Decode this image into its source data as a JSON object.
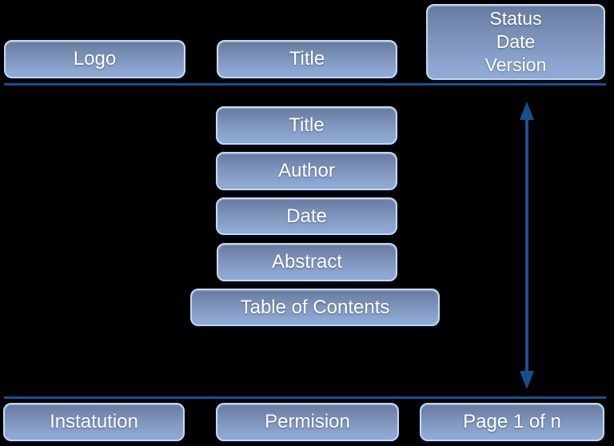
{
  "top": {
    "logo": "Logo",
    "title": "Title",
    "status": [
      "Status",
      "Date",
      "Version"
    ]
  },
  "body": {
    "title": "Title",
    "author": "Author",
    "date": "Date",
    "abstract": "Abstract",
    "toc": "Table of Contents"
  },
  "bottom": {
    "institution": "Instatution",
    "permission": "Permision",
    "page": "Page 1 of n"
  },
  "colors": {
    "background": "#000000",
    "box_gradient_top": "#667ba1",
    "box_gradient_bottom": "#8fa9d5",
    "box_border": "#c6d7ef",
    "box_text": "#ffffff",
    "line": "#16518f"
  }
}
